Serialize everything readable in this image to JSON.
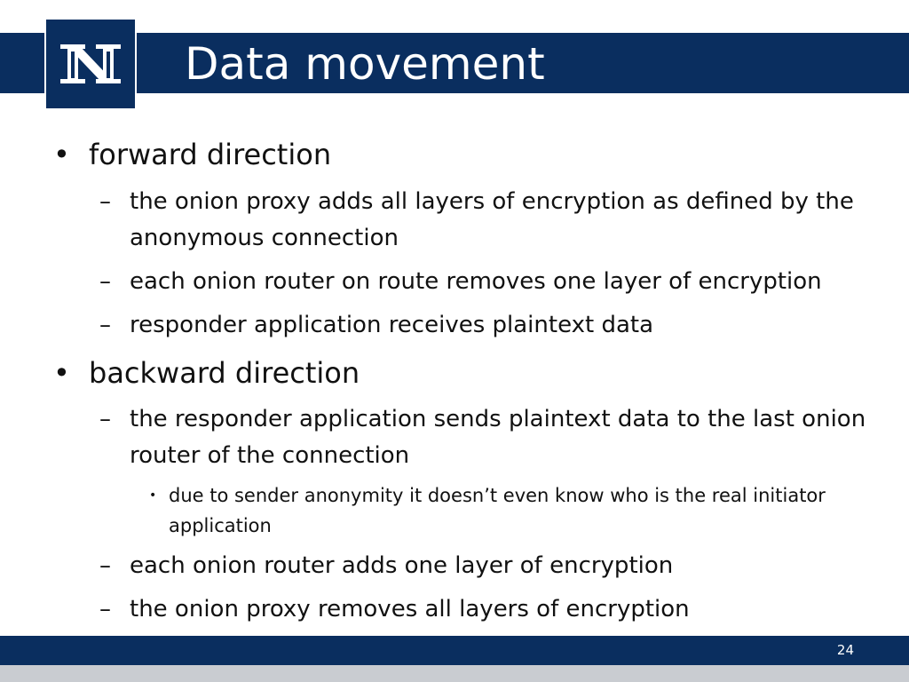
{
  "slide": {
    "title": "Data movement",
    "page_number": "24",
    "colors": {
      "brand_blue": "#0a2e5f",
      "footer_gray": "#c9ccd1"
    },
    "logo_icon": "nevada-n-logo"
  },
  "content": {
    "forward": {
      "heading": "forward direction",
      "items": [
        "the onion proxy adds all layers of encryption as defined by the anonymous connection",
        "each onion router on route removes one layer of encryption",
        "responder application receives plaintext data"
      ]
    },
    "backward": {
      "heading": "backward direction",
      "items": [
        "the responder application sends plaintext data to the last onion router of the connection",
        "each onion router adds one layer of encryption",
        "the onion proxy removes all layers of encryption"
      ],
      "sub_items": [
        "due to sender anonymity it doesn’t even know who is the real initiator application"
      ]
    }
  }
}
